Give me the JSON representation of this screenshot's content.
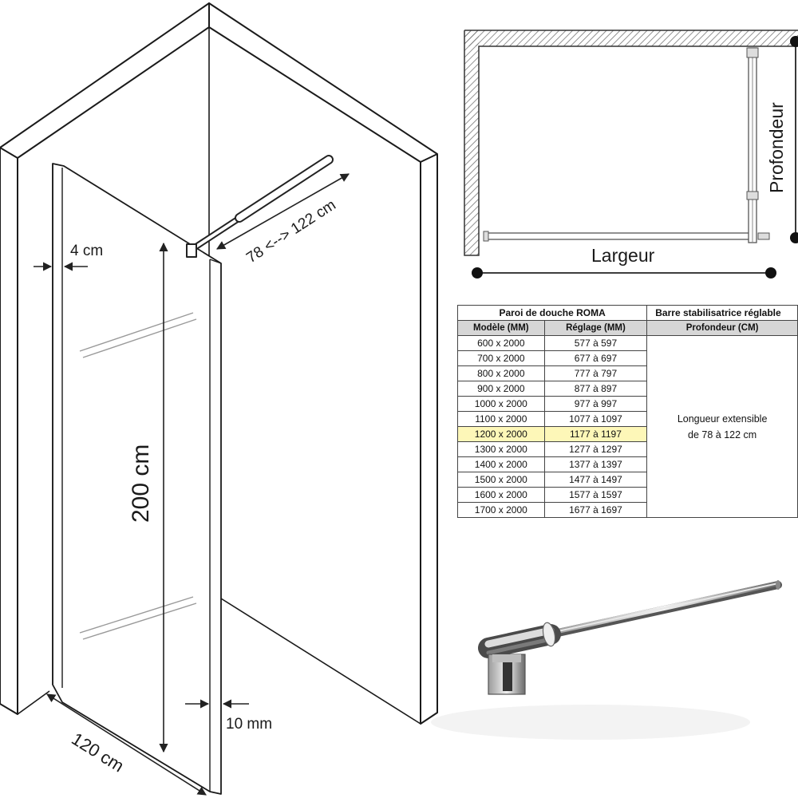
{
  "diagram_left": {
    "depth_range_label": "78 <--> 122 cm",
    "wall_gap_label": "4 cm",
    "height_label": "200 cm",
    "glass_thickness_label": "10 mm",
    "width_label": "120 cm"
  },
  "plan_view": {
    "depth_label": "Profondeur",
    "width_label": "Largeur"
  },
  "spec_table": {
    "header_left": "Paroi de douche ROMA",
    "header_right": "Barre stabilisatrice réglable",
    "col_model": "Modèle (MM)",
    "col_adjust": "Réglage (MM)",
    "col_depth": "Profondeur (CM)",
    "extensible_line1": "Longueur extensible",
    "extensible_line2": "de 78 à 122 cm",
    "highlight_color": "#fdf7b8",
    "rows": [
      {
        "model": "600 x 2000",
        "adjust": "577 à 597"
      },
      {
        "model": "700 x 2000",
        "adjust": "677 à 697"
      },
      {
        "model": "800 x 2000",
        "adjust": "777 à 797"
      },
      {
        "model": "900 x 2000",
        "adjust": "877 à 897"
      },
      {
        "model": "1000 x 2000",
        "adjust": "977 à 997"
      },
      {
        "model": "1100 x 2000",
        "adjust": "1077 à 1097"
      },
      {
        "model": "1200 x 2000",
        "adjust": "1177 à 1197",
        "highlight": true
      },
      {
        "model": "1300 x 2000",
        "adjust": "1277 à 1297"
      },
      {
        "model": "1400 x 2000",
        "adjust": "1377 à 1397"
      },
      {
        "model": "1500 x 2000",
        "adjust": "1477 à 1497"
      },
      {
        "model": "1600 x 2000",
        "adjust": "1577 à 1597"
      },
      {
        "model": "1700 x 2000",
        "adjust": "1677 à 1697"
      }
    ]
  }
}
